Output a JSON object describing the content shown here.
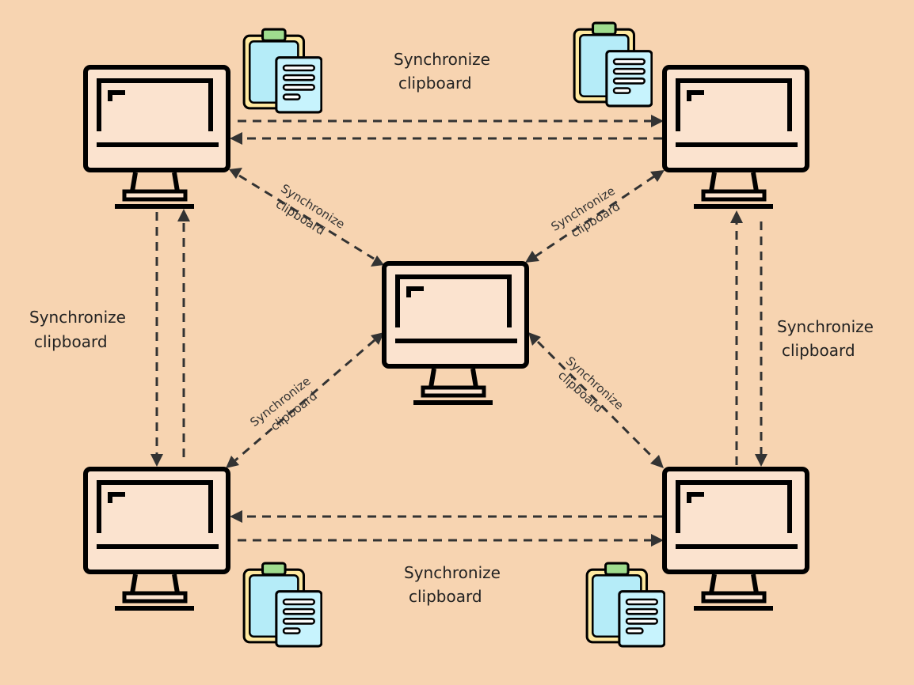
{
  "diagram": {
    "computers": [
      {
        "id": "top-left"
      },
      {
        "id": "top-right"
      },
      {
        "id": "center"
      },
      {
        "id": "bottom-left"
      },
      {
        "id": "bottom-right"
      }
    ],
    "clipboard_icons": [
      "clipboard-icon",
      "clipboard-icon",
      "clipboard-icon",
      "clipboard-icon"
    ],
    "labels": {
      "top": [
        "Synchronize",
        "clipboard"
      ],
      "bottom": [
        "Synchronize",
        "clipboard"
      ],
      "left": [
        "Synchronize",
        "clipboard"
      ],
      "right": [
        "Synchronize",
        "clipboard"
      ],
      "diag_tl": [
        "Synchronize",
        "clipboard"
      ],
      "diag_tr": [
        "Synchronize",
        "clipboard"
      ],
      "diag_bl": [
        "Synchronize",
        "clipboard"
      ],
      "diag_br": [
        "Synchronize",
        "clipboard"
      ]
    },
    "colors": {
      "background": "#f7d4b1",
      "monitor_fill": "#fbe3cf",
      "outline": "#000000",
      "arrow": "#333333",
      "clipboard_board": "#ffe9a0",
      "clipboard_paper": "#b5ecf8",
      "clipboard_clip": "#9fdc8e"
    }
  }
}
